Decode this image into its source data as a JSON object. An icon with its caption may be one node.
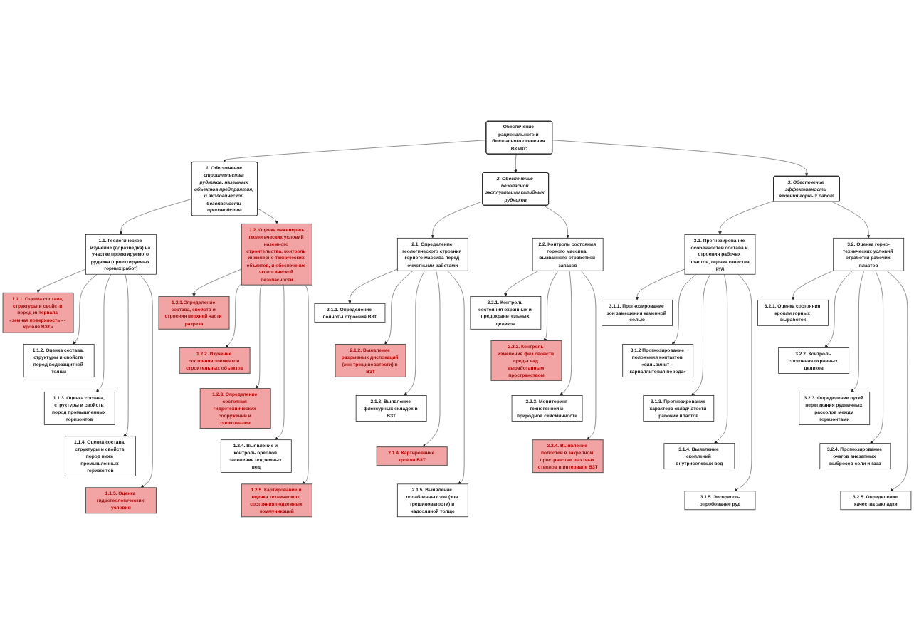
{
  "diagram": {
    "nodes": [
      {
        "text": [
          "Обеспечение рационального и безопасного освоения ВКМКС"
        ]
      },
      {
        "text": [
          "1. Обеспечение строительства рудников, наземных объектов предприятия, и экологической безопасности производства"
        ]
      },
      {
        "text": [
          "2. Обеспечение безопасной эксплуатации калийных рудников"
        ]
      },
      {
        "text": [
          "3. Обеспечение эффективности ведения горных работ"
        ]
      },
      {
        "text": [
          "1.1. Геологическое изучение (доразведка) на участке проектируемого рудника (проектируемых горных работ)"
        ]
      },
      {
        "text": [
          "1.2. Оценка инженерно-геологических условий наземного строительства, контроль инженерно-технических объектов, и обеспечение экологической безопасности"
        ]
      },
      {
        "text": [
          "2.1. Определение геологического строения горного массива перед очистными работами"
        ]
      },
      {
        "text": [
          "2.2. Контроль состояния горного массива, вызванного отработкой запасов"
        ]
      },
      {
        "text": [
          "3.1. Прогнозирование особенностей состава и строения рабочих пластов, оценка качества руд"
        ]
      },
      {
        "text": [
          "3.2. Оценка горно-технических условий отработки рабочих пластов"
        ]
      },
      {
        "text": [
          "1.1.1. Оценка состава, структуры и свойств пород интервала «земная поверхность - - кровля ВЗТ»"
        ]
      },
      {
        "text": [
          "1.1.2. Оценка состава, структуры и свойств пород водозащитной толщи"
        ]
      },
      {
        "text": [
          "1.1.3. Оценка состава, структуры и свойств пород промышленных горизонтов"
        ]
      },
      {
        "text": [
          "1.1.4. Оценка состава, структуры и свойств пород ниже промышленных горизонтов"
        ]
      },
      {
        "text": [
          "1.1.5. Оценка гидрогеологических условий"
        ]
      },
      {
        "text": [
          "1.2.1.Определение состава, свойств и строения верхней части разреза"
        ]
      },
      {
        "text": [
          "1.2.2. Изучение состояния элементов строительных объектов"
        ]
      },
      {
        "text": [
          "1.2.3. Определение состояния гидротехнических сооружений и солеотвалов"
        ]
      },
      {
        "text": [
          "1.2.4. Выявление и контроль ореолов засоления подземных вод"
        ]
      },
      {
        "text": [
          "1.2.5. Картирование и оценка технического состояния подземных коммуникаций"
        ]
      },
      {
        "text": [
          "2.1.1. Определение полноты строения ВЗТ"
        ]
      },
      {
        "text": [
          "2.1.2. Выявление разрывных дислокаций (зон трещиноватости) в ВЗТ"
        ]
      },
      {
        "text": [
          "2.1.3. Выявление флексурных складок в ВЗТ"
        ]
      },
      {
        "text": [
          "2.1.4. Картирование кровли ВЗТ"
        ]
      },
      {
        "text": [
          "2.1.5. Выявление ослабленных зон (зон трещиноватости) в надсоляной толще"
        ]
      },
      {
        "text": [
          "2.2.1. Контроль состояния охранных и предохранительных целиков"
        ]
      },
      {
        "text": [
          "2.2.2. Контроль изменения физ.свойств среды над выработанным пространством"
        ]
      },
      {
        "text": [
          "2.2.3. Мониторинг техногенной и природной сейсмичности"
        ]
      },
      {
        "text": [
          "2.2.4. Выявление полостей в закрепном пространстве шахтных стволов в интервале ВЗТ"
        ]
      },
      {
        "text": [
          "3.1.1. Прогнозирование зон замещения каменной солью"
        ]
      },
      {
        "text": [
          "3.1.2 Прогнозирование положения контактов «сильвинит – карналлитовая порода»"
        ]
      },
      {
        "text": [
          "3.1.3. Прогнозирование характера складчатости рабочих пластов"
        ]
      },
      {
        "text": [
          "3.1.4. Выявление скоплений внутрисолевых вод"
        ]
      },
      {
        "text": [
          "3.1.5. Экспрессо-опробование руд"
        ]
      },
      {
        "text": [
          "3.2.1. Оценка состояния кровли горных выработок"
        ]
      },
      {
        "text": [
          "3.2.2. Контроль состояния охранных целиков"
        ]
      },
      {
        "text": [
          "3.2.3. Определение путей перетекания рудничных рассолов между горизонтами"
        ]
      },
      {
        "text": [
          "3.2.4. Прогнозирование очагов внезапных выбросов соли и газа"
        ]
      },
      {
        "text": [
          "3.2.5. Определение качества закладки"
        ]
      }
    ],
    "edges": [
      {
        "from": 0,
        "to": 1,
        "arrow": "to"
      },
      {
        "from": 0,
        "to": 2,
        "arrow": "to"
      },
      {
        "from": 0,
        "to": 3,
        "arrow": "to"
      },
      {
        "from": 1,
        "to": 4,
        "arrow": "to"
      },
      {
        "from": 1,
        "to": 5,
        "arrow": "to"
      },
      {
        "from": 2,
        "to": 6,
        "arrow": "to"
      },
      {
        "from": 2,
        "to": 7,
        "arrow": "to"
      },
      {
        "from": 3,
        "to": 8,
        "arrow": "to"
      },
      {
        "from": 3,
        "to": 9,
        "arrow": "to"
      },
      {
        "from": 4,
        "to": 10,
        "arrow": "to"
      },
      {
        "from": 4,
        "to": 11,
        "arrow": "to"
      },
      {
        "from": 4,
        "to": 12,
        "arrow": "to"
      },
      {
        "from": 4,
        "to": 13,
        "arrow": "to"
      },
      {
        "from": 4,
        "to": 14,
        "arrow": "to"
      },
      {
        "from": 5,
        "to": 15,
        "arrow": "to"
      },
      {
        "from": 5,
        "to": 16,
        "arrow": "to"
      },
      {
        "from": 5,
        "to": 17,
        "arrow": "to"
      },
      {
        "from": 5,
        "to": 18,
        "arrow": "to"
      },
      {
        "from": 5,
        "to": 19,
        "arrow": "to"
      },
      {
        "from": 6,
        "to": 20,
        "arrow": "to"
      },
      {
        "from": 6,
        "to": 21,
        "arrow": "to"
      },
      {
        "from": 6,
        "to": 22,
        "arrow": "to"
      },
      {
        "from": 6,
        "to": 23,
        "arrow": "to"
      },
      {
        "from": 6,
        "to": 24,
        "arrow": "to"
      },
      {
        "from": 7,
        "to": 25,
        "arrow": "to"
      },
      {
        "from": 7,
        "to": 26,
        "arrow": "to"
      },
      {
        "from": 7,
        "to": 27,
        "arrow": "to"
      },
      {
        "from": 7,
        "to": 28,
        "arrow": "to"
      },
      {
        "from": 8,
        "to": 29,
        "arrow": "to"
      },
      {
        "from": 8,
        "to": 30,
        "arrow": "to"
      },
      {
        "from": 8,
        "to": 31,
        "arrow": "to"
      },
      {
        "from": 8,
        "to": 32,
        "arrow": "to"
      },
      {
        "from": 8,
        "to": 33,
        "arrow": "to"
      },
      {
        "from": 9,
        "to": 34,
        "arrow": "to"
      },
      {
        "from": 9,
        "to": 35,
        "arrow": "to"
      },
      {
        "from": 9,
        "to": 36,
        "arrow": "to"
      },
      {
        "from": 9,
        "to": 37,
        "arrow": "to"
      },
      {
        "from": 9,
        "to": 38,
        "arrow": "to"
      }
    ]
  }
}
